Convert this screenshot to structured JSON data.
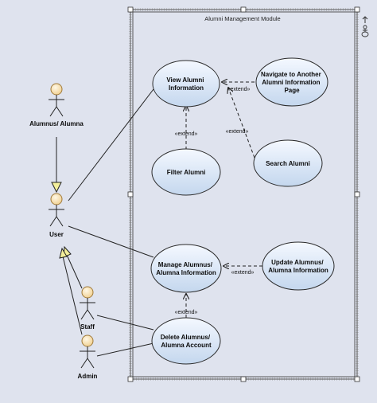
{
  "system": {
    "title": "Alumni Management Module"
  },
  "actors": {
    "alumnus": "Alumnus/ Alumna",
    "user": "User",
    "staff": "Staff",
    "admin": "Admin"
  },
  "use_cases": {
    "view_alumni": [
      "View Alumni",
      "Information"
    ],
    "navigate": [
      "Navigate to Another",
      "Alumni Information",
      "Page"
    ],
    "filter": [
      "Filter Alumni"
    ],
    "search": [
      "Search Alumni"
    ],
    "manage": [
      "Manage Alumnus/",
      "Alumna Information"
    ],
    "update": [
      "Update Alumnus/",
      "Alumna Information"
    ],
    "delete": [
      "Delete Alumnus/",
      "Alumna Account"
    ]
  },
  "relations": {
    "extend_label": "«extend»"
  },
  "colors": {
    "usecase_fill_top": "#f4f8ff",
    "usecase_fill_bottom": "#c4d7ee",
    "usecase_stroke": "#2a2a2a",
    "actor_head": "#f5deb3",
    "actor_head_stroke": "#b08a44",
    "system_border": "#444444",
    "tri_fill": "#f3ef9a"
  },
  "toolbar": {
    "icons": [
      "up-arrow-icon",
      "person-icon",
      "ellipse-icon"
    ]
  }
}
